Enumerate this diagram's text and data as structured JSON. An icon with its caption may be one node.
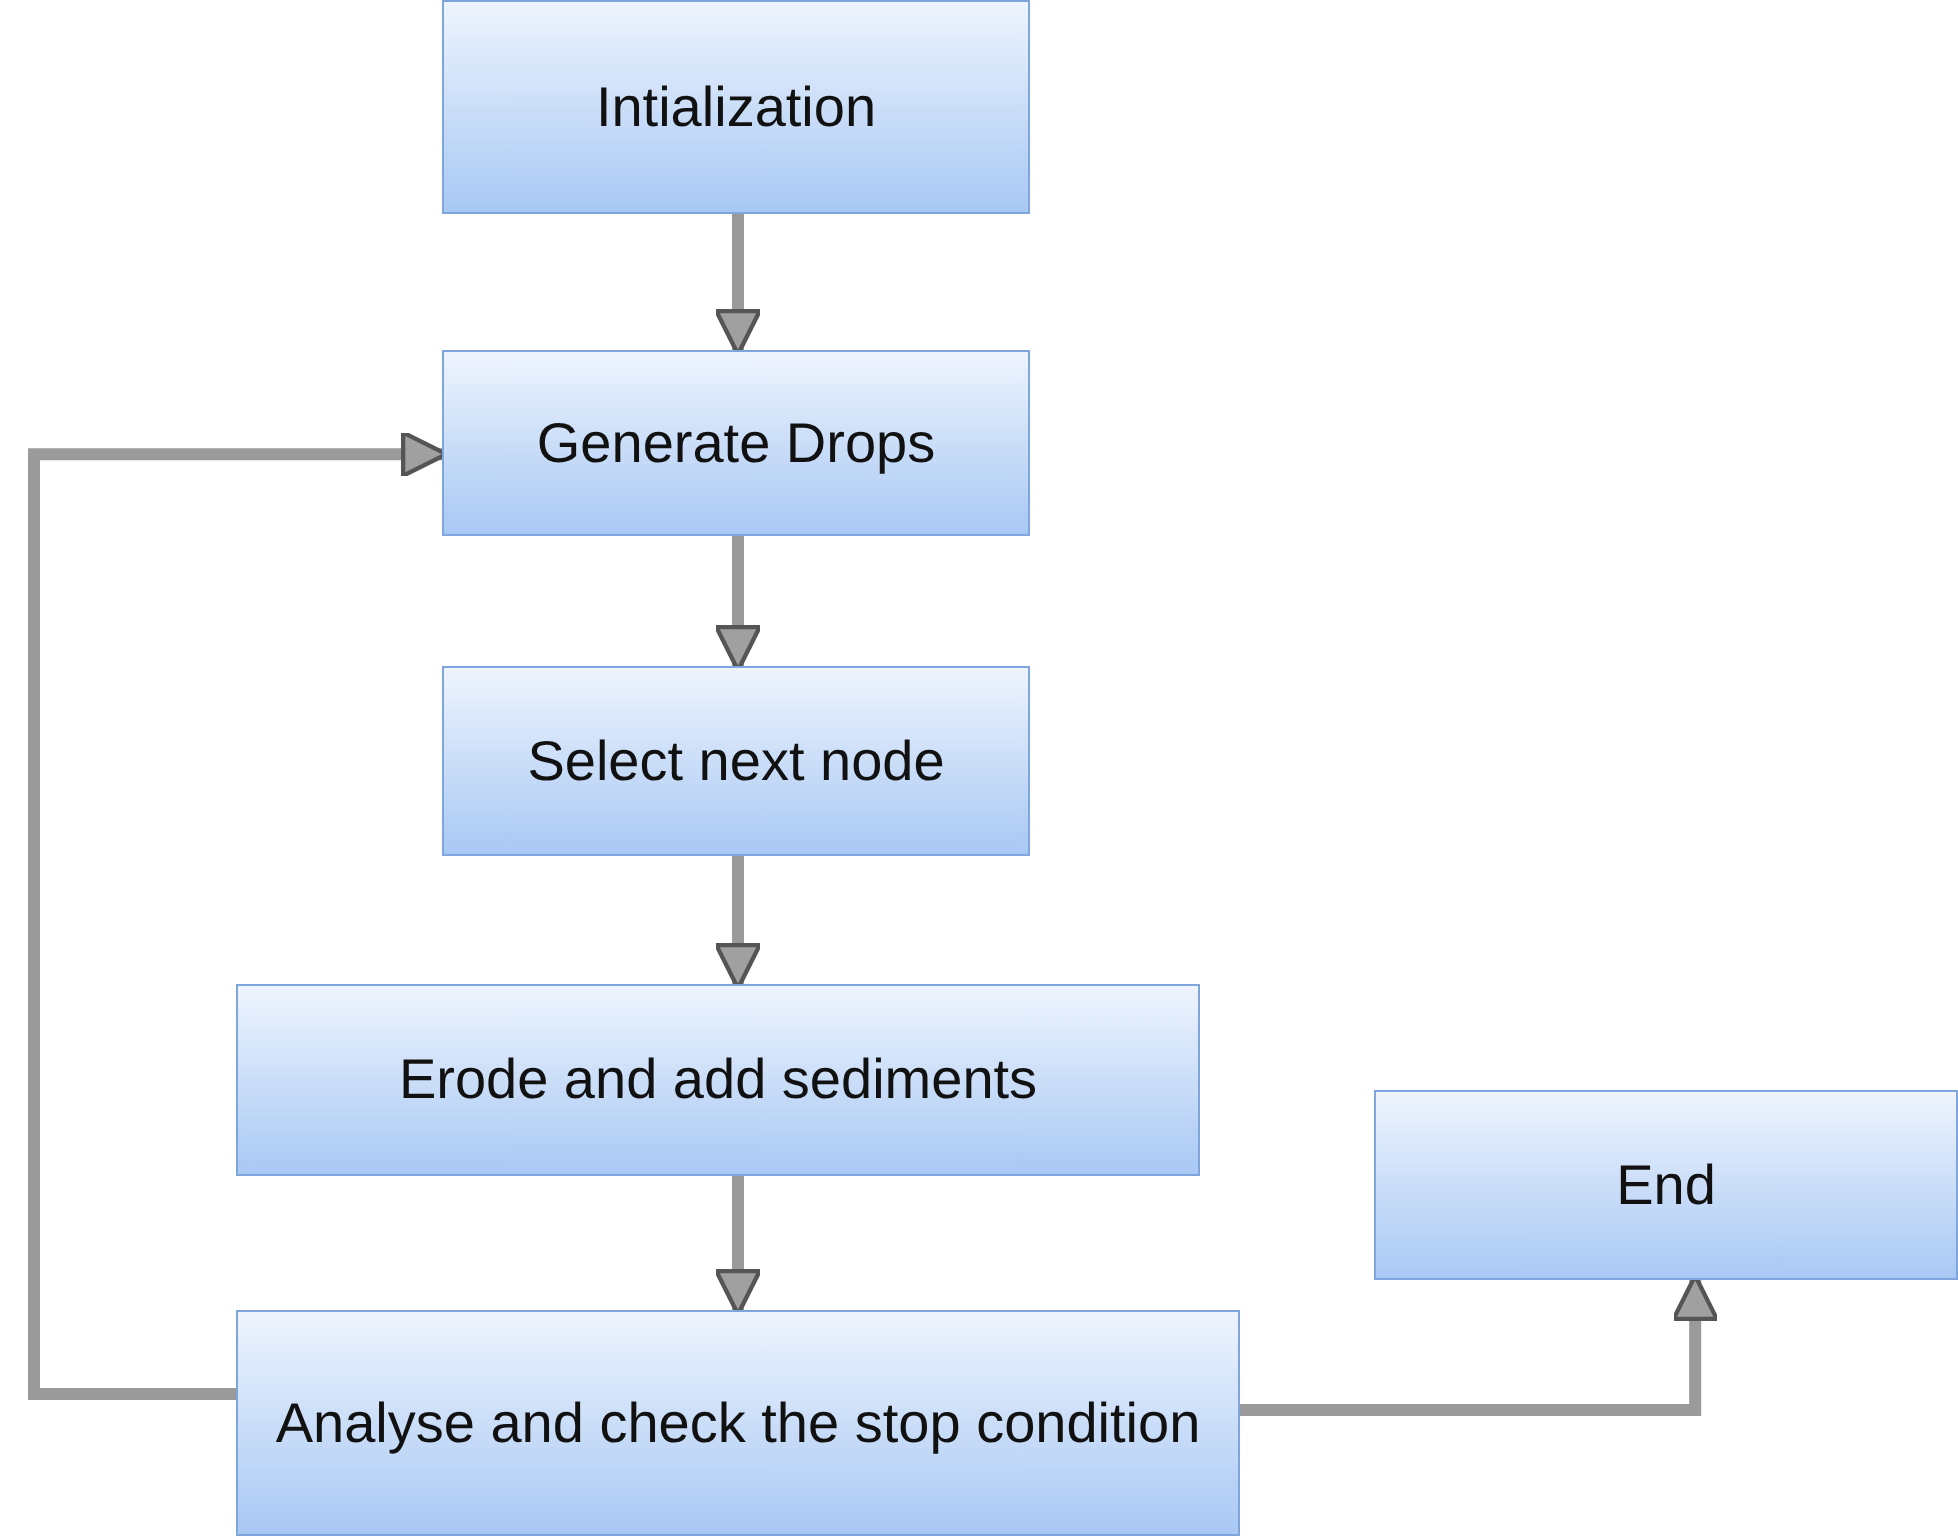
{
  "diagram": {
    "nodes": [
      {
        "text": [
          "Intialization"
        ]
      },
      {
        "text": [
          "Generate Drops"
        ]
      },
      {
        "text": [
          "Select next node"
        ]
      },
      {
        "text": [
          "Erode and add sediments"
        ]
      },
      {
        "text": [
          "End"
        ]
      },
      {
        "text": [
          "Analyse and check the stop condition"
        ]
      }
    ],
    "edges": [
      {
        "from": 0,
        "to": 1,
        "arrow": "to"
      },
      {
        "from": 1,
        "to": 2,
        "arrow": "to"
      },
      {
        "from": 2,
        "to": 3,
        "arrow": "to"
      },
      {
        "from": 3,
        "to": 5,
        "arrow": "to"
      },
      {
        "from": 5,
        "to": 1,
        "arrow": "to"
      },
      {
        "from": 5,
        "to": 4,
        "arrow": "to"
      }
    ]
  }
}
